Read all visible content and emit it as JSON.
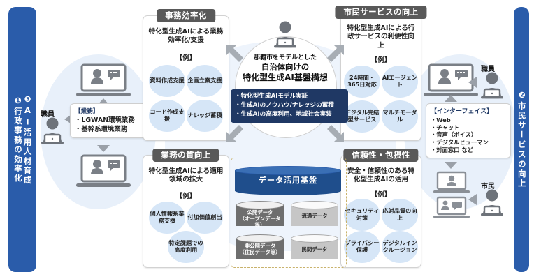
{
  "left_bar": {
    "col1": "❶行政事務の効率化",
    "col2": "❸AI活用人材育成"
  },
  "right_bar": {
    "col1": "❷市民サービスの向上"
  },
  "staff": {
    "label": "職員",
    "note_title": "【業務】",
    "note_items": [
      "・LGWAN環境業務",
      "・基幹系環境業務"
    ]
  },
  "interface": {
    "note_title": "【インターフェイス】",
    "note_items": [
      "・Web",
      "・チャット",
      "・音声（ボイス）",
      "・デジタルヒューマン",
      "・対面窓口 など"
    ],
    "staff_label": "職員",
    "citizen_label": "市民"
  },
  "center": {
    "line1": "那覇市をモデルとした",
    "line2": "自治体向けの",
    "line3": "特化型生成AI基盤構想",
    "bullets": [
      "・特化型生成AIモデル実証",
      "・生成AIのノウハウ/ナレッジの蓄積",
      "・生成AIの高度利用、地域社会実装"
    ]
  },
  "panels": [
    {
      "id": "muda",
      "title": "事務効率化",
      "subtitle": "特化型生成AIによる業務効率化/支援",
      "example_label": "【例】",
      "bubbles": [
        "資料作成支援",
        "企画立案支援",
        "コード作成支援",
        "ナレッジ蓄積"
      ]
    },
    {
      "id": "shitsu",
      "title": "業務の質向上",
      "subtitle": "特化型生成AIによる適用領域の拡大",
      "example_label": "【例】",
      "bubbles": [
        "個人情報系業務支援",
        "付加価値創出",
        "特定課題での高度利用"
      ]
    },
    {
      "id": "shimin",
      "title": "市民サービスの向上",
      "subtitle": "特化型生成AIによる行政サービスの利便性向上",
      "example_label": "【例】",
      "bubbles": [
        "24時間・365日対応",
        "AIエージェント",
        "デジタル完結型サービス",
        "マルチモーダル"
      ]
    },
    {
      "id": "shinrai",
      "title": "信頼性・包摂性",
      "subtitle": "安全・信頼性のある特化型生成AIの活用",
      "example_label": "【例】",
      "bubbles": [
        "セキュリティ対策",
        "応対品質の向上",
        "プライバシー保護",
        "デジタルインクルージョン"
      ]
    }
  ],
  "data_platform": {
    "title": "データ活用基盤",
    "stores": [
      {
        "name": "公開データ",
        "sub": "（オープンデータ等）",
        "tone": "dark"
      },
      {
        "name": "流通データ",
        "sub": "",
        "tone": "light"
      },
      {
        "name": "非公開データ",
        "sub": "（住民データ等）",
        "tone": "dark"
      },
      {
        "name": "民間データ",
        "sub": "",
        "tone": "light"
      }
    ]
  },
  "colors": {
    "brand_blue": "#2a5caa",
    "navy": "#1f3864",
    "header_gray": "#595959",
    "bubble_blue": "#d6e6f7",
    "blob_blue": "#e8f0fa"
  }
}
